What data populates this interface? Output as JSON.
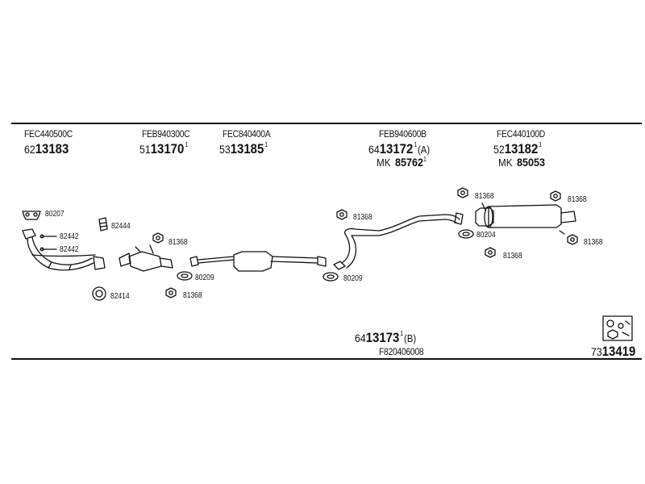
{
  "header_codes": [
    {
      "code": "FEC440500C",
      "prefix": "62",
      "part": "13183",
      "sup": "",
      "suffix": ""
    },
    {
      "code": "FEB940300C",
      "prefix": "51",
      "part": "13170",
      "sup": "1",
      "suffix": ""
    },
    {
      "code": "FEC840400A",
      "prefix": "53",
      "part": "13185",
      "sup": "1",
      "suffix": ""
    },
    {
      "code": "FEB940600B",
      "prefix": "64",
      "part": "13172",
      "sup": "1",
      "suffix": "(A)"
    },
    {
      "code": "FEC440100D",
      "prefix": "52",
      "part": "13182",
      "sup": "1",
      "suffix": ""
    }
  ],
  "mk_codes": [
    {
      "label": "MK",
      "value": "85762",
      "sup": "1"
    },
    {
      "label": "MK",
      "value": "85053",
      "sup": ""
    }
  ],
  "bottom_part": {
    "prefix": "64",
    "part": "13173",
    "sup": "1",
    "suffix": "(B)",
    "code": "F820406008"
  },
  "corner_part": {
    "prefix": "73",
    "part": "13419"
  },
  "refs": {
    "r80207": "80207",
    "r82444": "82444",
    "r82442a": "82442",
    "r82442b": "82442",
    "r82414": "82414",
    "r81368a": "81368",
    "r80209a": "80209",
    "r81368b": "81368",
    "r81368c": "81368",
    "r80209b": "80209",
    "r81368d": "81368",
    "r81368e": "81368",
    "r80204": "80204",
    "r81368f": "81368",
    "r81368g": "81368"
  },
  "icons": [
    "bracket-icon",
    "clamp-icon",
    "gasket-icon",
    "rubber-hanger-icon",
    "bolt-icon",
    "kit-box-icon"
  ]
}
